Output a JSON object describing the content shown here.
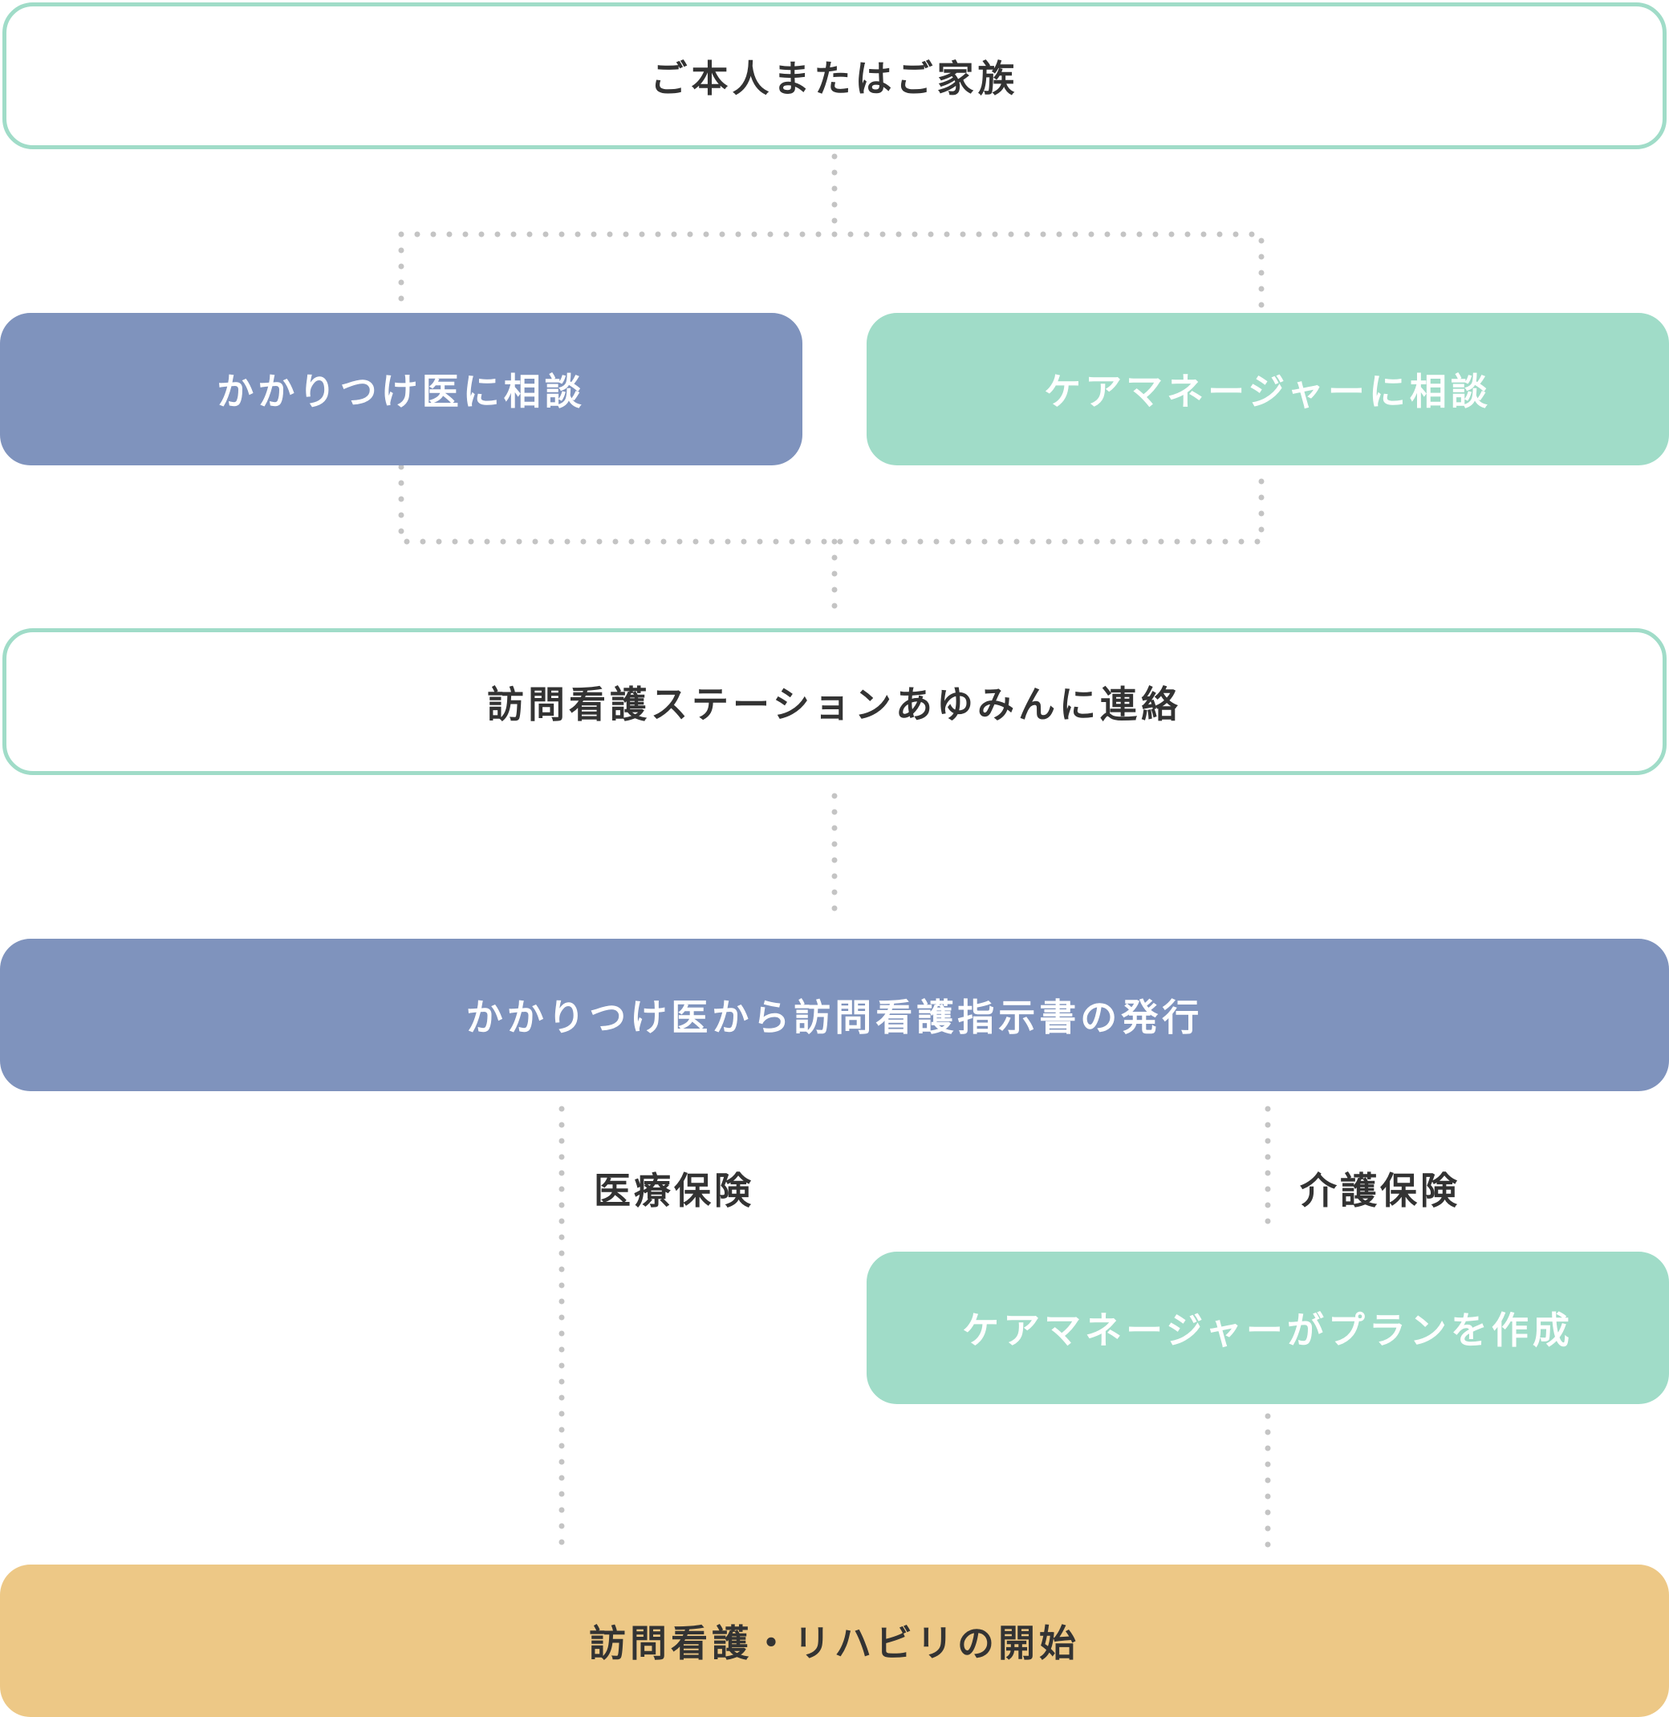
{
  "nodes": {
    "family": "ご本人またはご家族",
    "doctor": "かかりつけ医に相談",
    "care_manager": "ケアマネージャーに相談",
    "station": "訪問看護ステーションあゆみんに連絡",
    "instruction": "かかりつけ医から訪問看護指示書の発行",
    "care_plan": "ケアマネージャーがプランを作成",
    "start": "訪問看護・リハビリの開始"
  },
  "labels": {
    "medical_insurance": "医療保険",
    "care_insurance": "介護保険"
  },
  "colors": {
    "outline": "#a0dcc8",
    "blue": "#7f93bd",
    "mint": "#a0dcc8",
    "gold": "#edc886",
    "connector": "#c4c4c4"
  }
}
